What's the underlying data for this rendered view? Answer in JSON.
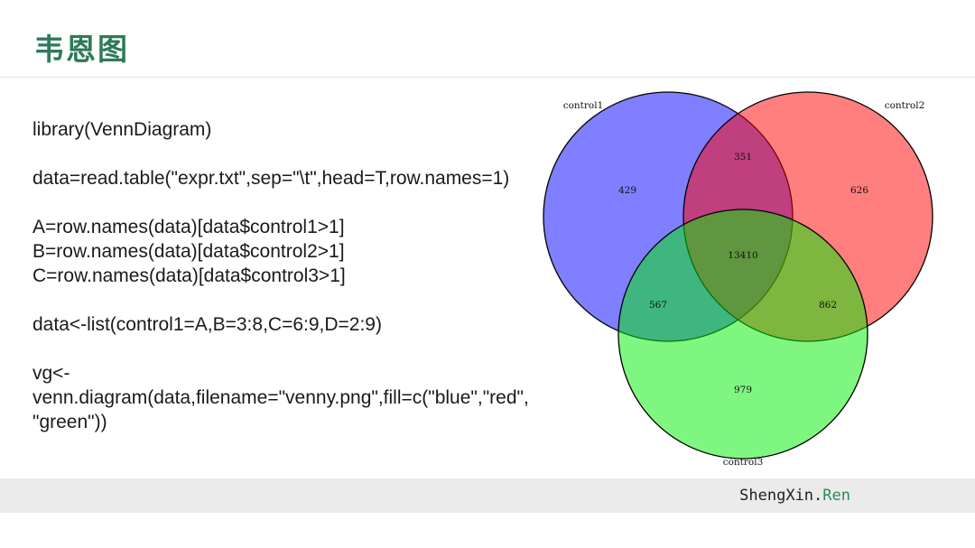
{
  "slide": {
    "title": "韦恩图"
  },
  "code": {
    "lines": [
      "library(VennDiagram)",
      "",
      "data=read.table(\"expr.txt\",sep=\"\\t\",head=T,row.names=1)",
      "",
      "A=row.names(data)[data$control1>1]",
      "B=row.names(data)[data$control2>1]",
      "C=row.names(data)[data$control3>1]",
      "",
      "data<-list(control1=A,B=3:8,C=6:9,D=2:9)",
      "",
      "vg<-",
      "venn.diagram(data,filename=\"venny.png\",fill=c(\"blue\",\"red\",",
      "\"green\"))"
    ]
  },
  "venn": {
    "sets": [
      {
        "label": "control1",
        "color": "#0000ff"
      },
      {
        "label": "control2",
        "color": "#ff0000"
      },
      {
        "label": "control3",
        "color": "#00ee00"
      }
    ],
    "regions": {
      "only_control1": "429",
      "only_control2": "626",
      "only_control3": "979",
      "control1_control2": "351",
      "control1_control3": "567",
      "control2_control3": "862",
      "all_three": "13410"
    }
  },
  "footer": {
    "brand": "ShengXin.",
    "brand_suffix": "Ren",
    "brand_suffix_color": "#2e8b57"
  }
}
